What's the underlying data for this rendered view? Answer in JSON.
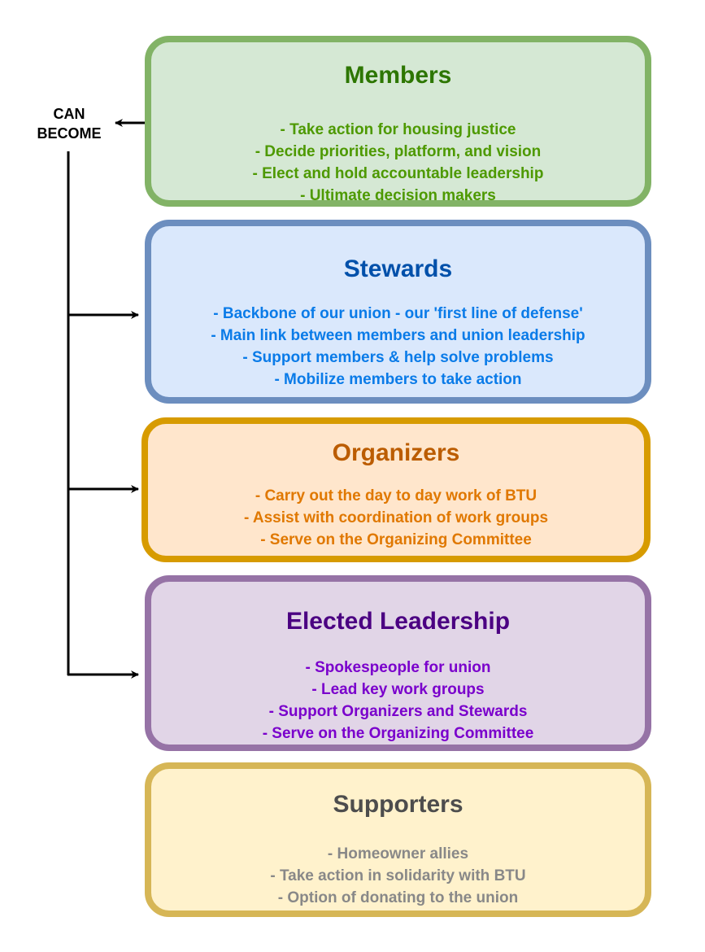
{
  "label": "CAN BECOME",
  "boxes": {
    "members": {
      "title": "Members",
      "items": [
        "- Take action for housing justice",
        "- Decide priorities, platform, and vision",
        "- Elect and hold accountable leadership",
        "- Ultimate decision makers"
      ]
    },
    "stewards": {
      "title": "Stewards",
      "items": [
        "- Backbone of our union - our 'first line of defense'",
        "- Main link between members and union leadership",
        "- Support members & help solve problems",
        "- Mobilize members to take action"
      ]
    },
    "organizers": {
      "title": "Organizers",
      "items": [
        "- Carry out the day to day work of BTU",
        "- Assist with coordination of work groups",
        "- Serve on the Organizing Committee"
      ]
    },
    "leadership": {
      "title": "Elected Leadership",
      "items": [
        "- Spokespeople for union",
        "- Lead key work groups",
        "- Support Organizers and Stewards",
        "- Serve on the Organizing Committee"
      ]
    },
    "supporters": {
      "title": "Supporters",
      "items": [
        "- Homeowner allies",
        "- Take action in solidarity with BTU",
        "- Option of donating to the union"
      ]
    }
  },
  "colors": {
    "members": "#82b366",
    "stewards": "#6c8ebf",
    "organizers": "#d79b00",
    "leadership": "#9673a6",
    "supporters": "#d6b656"
  }
}
